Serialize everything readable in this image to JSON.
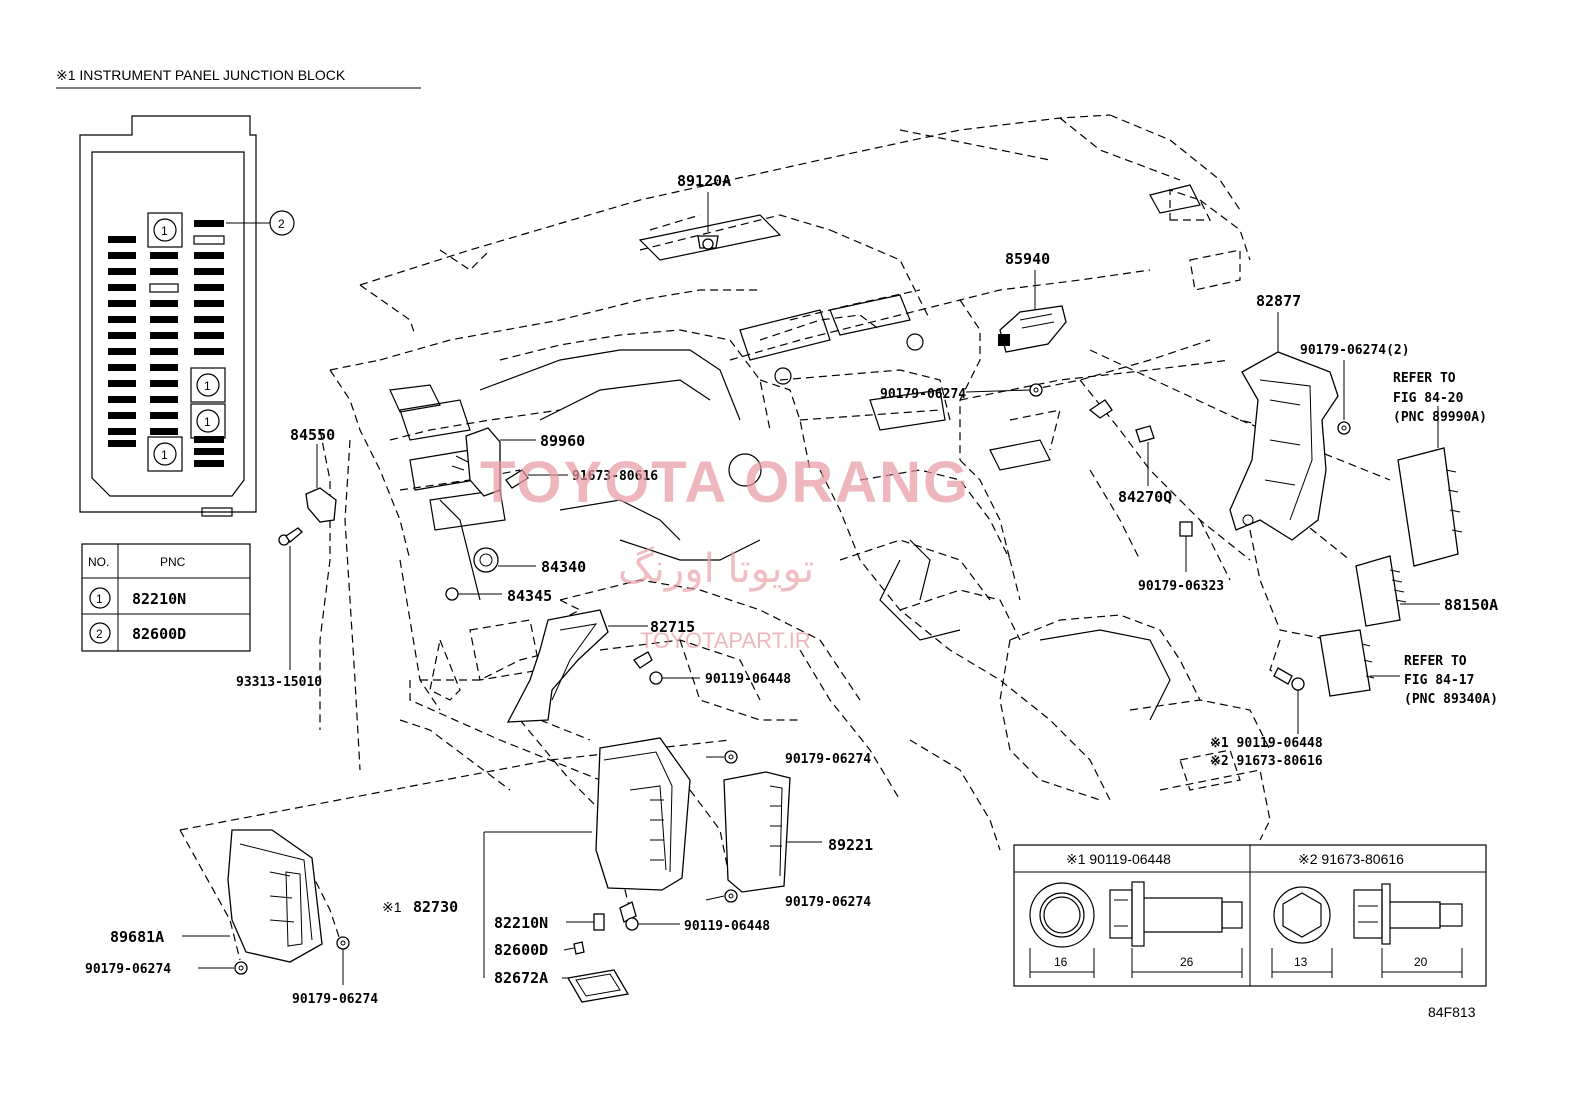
{
  "junction_block": {
    "title": "※1 INSTRUMENT PANEL JUNCTION BLOCK",
    "callout": "2",
    "slot_markers": [
      "1",
      "1",
      "1",
      "1"
    ],
    "table": {
      "headers": [
        "NO.",
        "PNC"
      ],
      "rows": [
        {
          "no": "1",
          "pnc": "82210N"
        },
        {
          "no": "2",
          "pnc": "82600D"
        }
      ]
    }
  },
  "parts": {
    "p89120A": "89120A",
    "p85940": "85940",
    "p82877": "82877",
    "p90179_06274_2": "90179-06274(2)",
    "refer1": [
      "REFER TO",
      "FIG 84-20",
      "(PNC 89990A)"
    ],
    "p90179_06274_a": "90179-06274",
    "p84550": "84550",
    "p89960": "89960",
    "p91673_80616": "91673-80616",
    "p84270Q": "84270Q",
    "p90179_06323": "90179-06323",
    "p84340": "84340",
    "p84345": "84345",
    "p82715": "82715",
    "p88150A": "88150A",
    "p93313_15010": "93313-15010",
    "p90119_06448_a": "90119-06448",
    "refer2": [
      "REFER TO",
      "FIG 84-17",
      "(PNC 89340A)"
    ],
    "p_star1": "※1 90119-06448",
    "p_star2": "※2 91673-80616",
    "p90179_06274_b": "90179-06274",
    "p89221": "89221",
    "p82730": "82730",
    "p82730_mark": "※1",
    "p90179_06274_c": "90179-06274",
    "p82210N": "82210N",
    "p90119_06448_b": "90119-06448",
    "p82600D": "82600D",
    "p82672A": "82672A",
    "p89681A": "89681A",
    "p90179_06274_d": "90179-06274",
    "p90179_06274_e": "90179-06274"
  },
  "fastener_table": {
    "col1_title": "※1 90119-06448",
    "col2_title": "※2 91673-80616",
    "dims1": [
      "16",
      "26"
    ],
    "dims2": [
      "13",
      "20"
    ]
  },
  "figure_code": "84F813",
  "watermark": {
    "line1": "TOYOTA ORANG",
    "line2": "تويوتا اورنگ",
    "line3": "TOYOTAPART.IR"
  }
}
